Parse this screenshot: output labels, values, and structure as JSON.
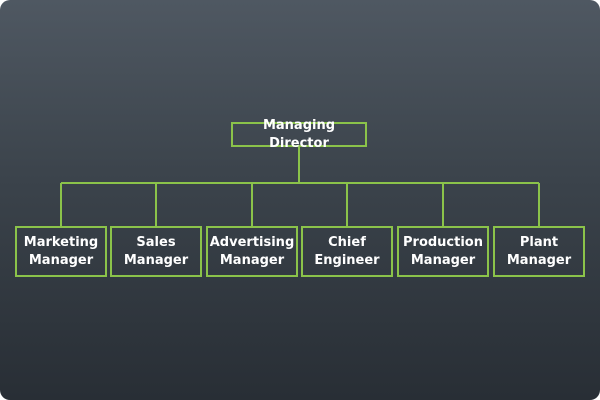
{
  "org_chart": {
    "root": {
      "label": "Managing Director"
    },
    "children": [
      {
        "line1": "Marketing",
        "line2": "Manager"
      },
      {
        "line1": "Sales",
        "line2": "Manager"
      },
      {
        "line1": "Advertising",
        "line2": "Manager"
      },
      {
        "line1": "Chief",
        "line2": "Engineer"
      },
      {
        "line1": "Production",
        "line2": "Manager"
      },
      {
        "line1": "Plant",
        "line2": "Manager"
      }
    ]
  },
  "colors": {
    "node_border": "#8bc34a",
    "connector": "#8bc34a",
    "text": "#ffffff",
    "background_top": "#4f5862",
    "background_bottom": "#282e35"
  }
}
